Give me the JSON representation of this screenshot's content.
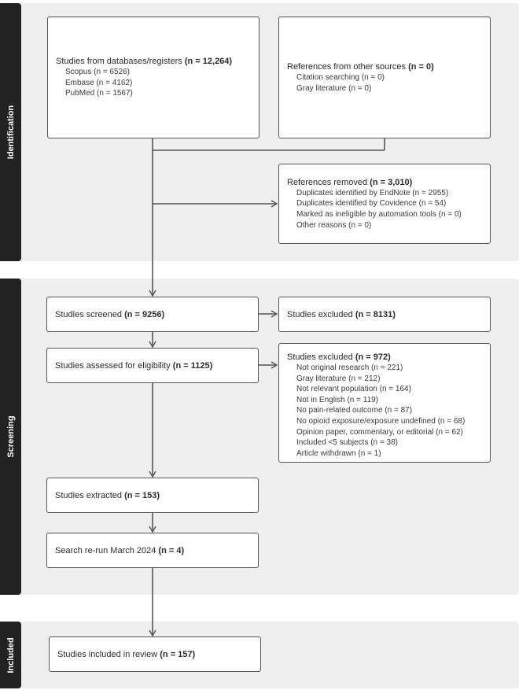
{
  "sections": {
    "identification": "Identification",
    "screening": "Screening",
    "included": "Included"
  },
  "identification": {
    "databases": {
      "title": "Studies from databases/registers ",
      "count": "(n = 12,264)",
      "items": [
        "Scopus (n = 6526)",
        "Embase (n = 4162)",
        "PubMed (n = 1567)"
      ]
    },
    "other_sources": {
      "title": "References from other sources ",
      "count": "(n = 0)",
      "items": [
        "Citation searching (n = 0)",
        "Gray literature (n = 0)"
      ]
    },
    "removed": {
      "title": "References removed ",
      "count": "(n = 3,010)",
      "items": [
        "Duplicates identified by EndNote (n = 2955)",
        "Duplicates identified by Covidence (n = 54)",
        "Marked as ineligible by automation tools (n = 0)",
        "Other reasons (n = 0)"
      ]
    }
  },
  "screening": {
    "screened": {
      "title": "Studies screened ",
      "count": "(n = 9256)"
    },
    "excluded_screen": {
      "title": "Studies excluded ",
      "count": "(n = 8131)"
    },
    "eligibility": {
      "title": "Studies assessed for eligibility ",
      "count": "(n = 1125)"
    },
    "excluded_full": {
      "title": "Studies excluded ",
      "count": "(n = 972)",
      "items": [
        "Not original research (n = 221)",
        "Gray literature (n = 212)",
        "Not relevant population (n = 164)",
        "Not in English (n = 119)",
        "No pain-related outcome (n = 87)",
        "No opioid exposure/exposure undefined (n = 68)",
        "Opinion paper, commentary, or editorial (n = 62)",
        "Included <5 subjects (n = 38)",
        "Article withdrawn (n = 1)"
      ]
    },
    "extracted": {
      "title": "Studies extracted ",
      "count": "(n = 153)"
    },
    "rerun": {
      "title": "Search re-run March 2024 ",
      "count": "(n = 4)"
    }
  },
  "included": {
    "review": {
      "title": "Studies included in review ",
      "count": "(n = 157)"
    }
  }
}
